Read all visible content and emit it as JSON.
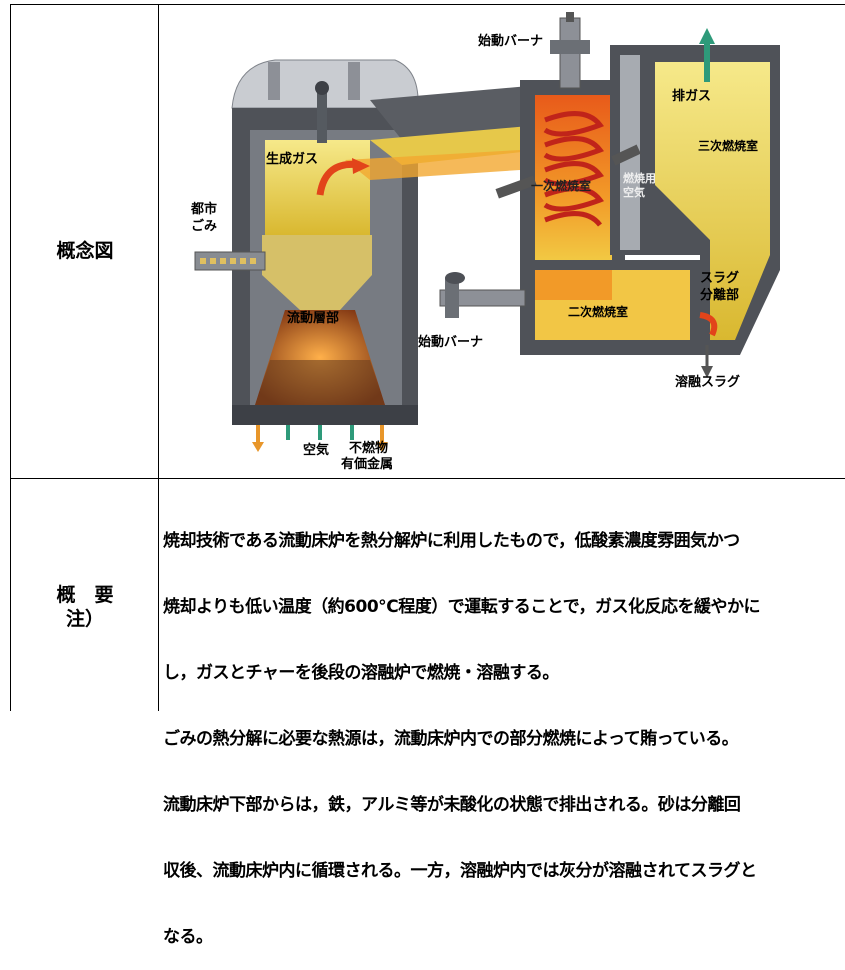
{
  "table": {
    "row1_label": "概念図",
    "row2_label_line1": "概　要",
    "row2_label_line2": "注）"
  },
  "diagram": {
    "labels": {
      "startup_burner_top": "始動バーナ",
      "exhaust_gas": "排ガス",
      "tertiary_chamber": "三次燃焼室",
      "generated_gas": "生成ガス",
      "primary_chamber": "一次燃焼室",
      "combustion_air_1": "燃焼用",
      "combustion_air_2": "空気",
      "municipal_waste_1": "都市",
      "municipal_waste_2": "ごみ",
      "slag_sep_1": "スラグ",
      "slag_sep_2": "分離部",
      "fluidized_bed": "流動層部",
      "secondary_chamber": "二次燃焼室",
      "startup_burner_bottom": "始動バーナ",
      "molten_slag": "溶融スラグ",
      "air": "空気",
      "noncombustible_1": "不燃物",
      "noncombustible_2": "有価金属"
    },
    "colors": {
      "wall": "#5a5d63",
      "wall_light": "#9a9ea5",
      "yellow": "#e8d24a",
      "orange": "#f08a1c",
      "fire": "#e2441a",
      "arrow_green": "#2e9a7a"
    }
  },
  "summary": {
    "lines": [
      "焼却技術である流動床炉を熱分解炉に利用したもので，低酸素濃度雰囲気かつ",
      "焼却よりも低い温度（約600℃程度）で運転することで，ガス化反応を緩やかに",
      "し，ガスとチャーを後段の溶融炉で燃焼・溶融する。",
      "ごみの熱分解に必要な熱源は，流動床炉内での部分燃焼によって賄っている。",
      "流動床炉下部からは，鉄，アルミ等が未酸化の状態で排出される。砂は分離回",
      "収後、流動床炉内に循環される。一方，溶融炉内では灰分が溶融されてスラグと",
      "なる。"
    ]
  }
}
